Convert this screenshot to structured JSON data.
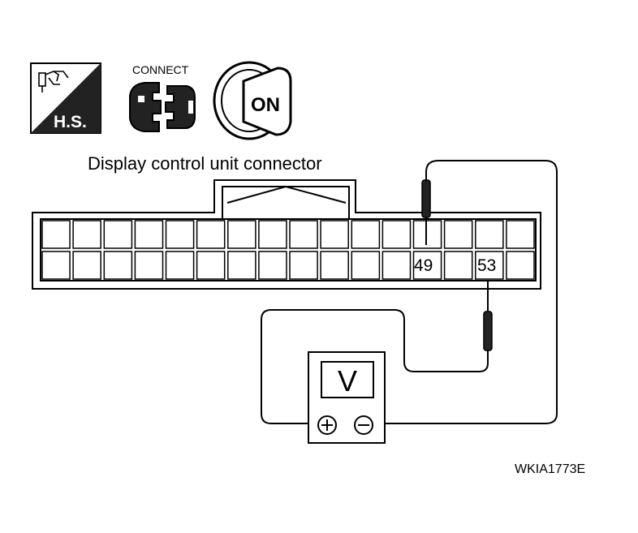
{
  "icons": {
    "hs_label": "H.S.",
    "connect_label": "CONNECT",
    "ignition_label": "ON"
  },
  "connector": {
    "title": "Display control unit connector",
    "rows": 2,
    "columns": 16,
    "pin_a": "49",
    "pin_b": "53"
  },
  "meter": {
    "display": "V",
    "positive_symbol": "+",
    "negative_symbol": "−"
  },
  "reference_code": "WKIA1773E"
}
